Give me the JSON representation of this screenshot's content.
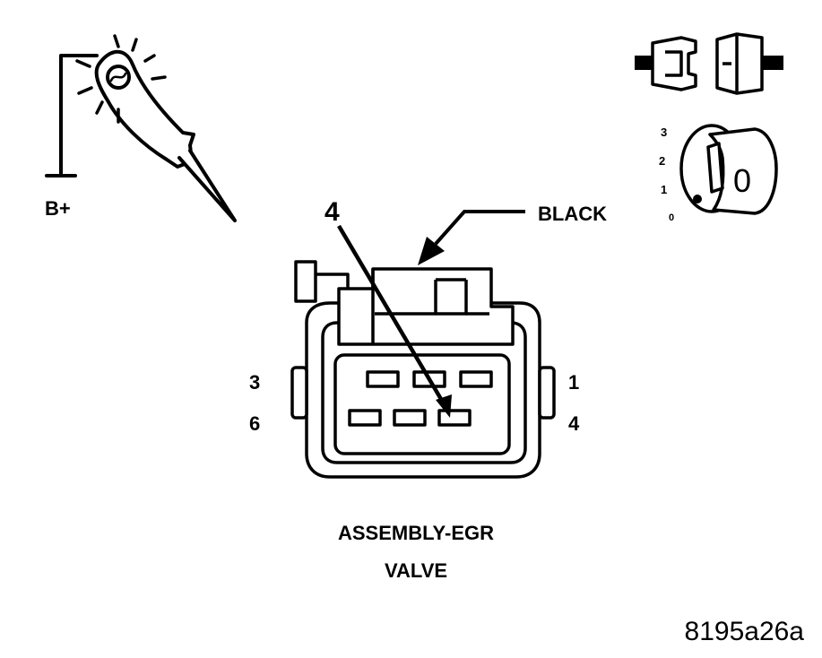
{
  "probe": {
    "supply_label": "B+"
  },
  "connector": {
    "callout_label": "BLACK",
    "pin_callout": "4",
    "cavity_labels": {
      "top_left": "3",
      "top_right": "1",
      "bottom_left": "6",
      "bottom_right": "4"
    },
    "caption_line1": "ASSEMBLY-EGR",
    "caption_line2": "VALVE"
  },
  "ignition": {
    "positions": [
      "3",
      "2",
      "1",
      "0"
    ],
    "key_position": "0"
  },
  "figure_id": "8195a26a"
}
